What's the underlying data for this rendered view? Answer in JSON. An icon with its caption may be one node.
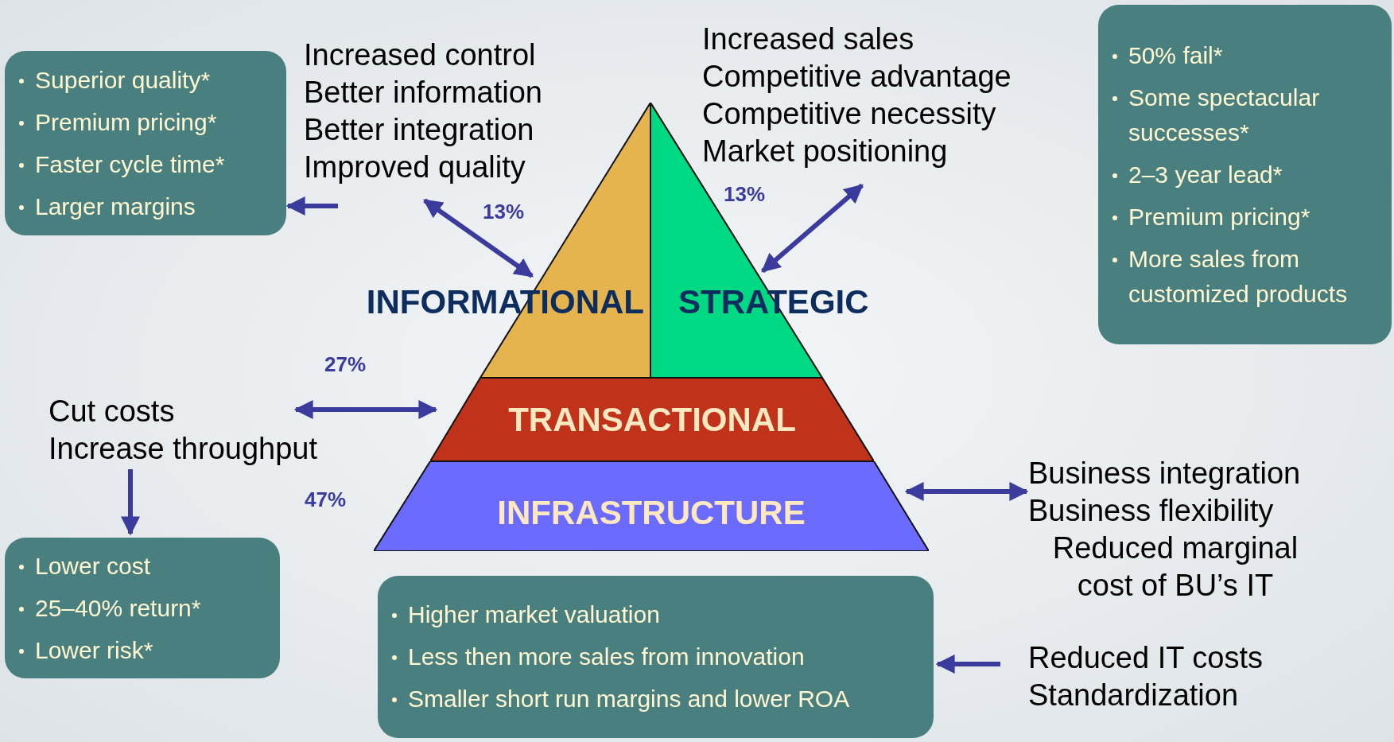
{
  "diagram": {
    "nodes": [
      {
        "text": [
          "Superior quality*",
          "Premium pricing*",
          "Faster cycle time*",
          "Larger margins"
        ]
      },
      {
        "text": [
          "Increased control",
          "Better information",
          "Better integration",
          "Improved quality"
        ]
      },
      {
        "text": [
          "INFORMATIONAL"
        ]
      },
      {
        "text": [
          "STRATEGIC"
        ]
      },
      {
        "text": [
          "TRANSACTIONAL"
        ]
      },
      {
        "text": [
          "INFRASTRUCTURE"
        ]
      },
      {
        "text": [
          "Increased sales",
          "Competitive advantage",
          "Competitive necessity",
          "Market positioning"
        ]
      },
      {
        "text": [
          "50% fail*",
          "Some spectacular successes*",
          "2–3 year lead*",
          "Premium pricing*",
          "More sales from customized products"
        ]
      },
      {
        "text": [
          "Cut costs",
          "Increase throughput"
        ]
      },
      {
        "text": [
          "Lower cost",
          "25–40% return*",
          "Lower risk*"
        ]
      },
      {
        "text": [
          "Higher market valuation",
          "Less then more sales from innovation",
          "Smaller short run margins and lower ROA"
        ]
      },
      {
        "text": [
          "Business integration",
          "Business flexibility",
          "Reduced marginal cost of BU’s IT"
        ]
      },
      {
        "text": [
          "Reduced IT costs",
          "Standardization"
        ]
      }
    ],
    "edges": [
      {
        "from": 1,
        "to": 0,
        "arrow": "to"
      },
      {
        "from": 1,
        "to": 2,
        "arrow": "both"
      },
      {
        "from": 6,
        "to": 3,
        "arrow": "both"
      },
      {
        "from": 8,
        "to": 4,
        "arrow": "both"
      },
      {
        "from": 8,
        "to": 9,
        "arrow": "to"
      },
      {
        "from": 5,
        "to": 11,
        "arrow": "both"
      },
      {
        "from": 12,
        "to": 10,
        "arrow": "to"
      }
    ],
    "labels": [
      "13%",
      "13%",
      "27%",
      "47%"
    ]
  }
}
